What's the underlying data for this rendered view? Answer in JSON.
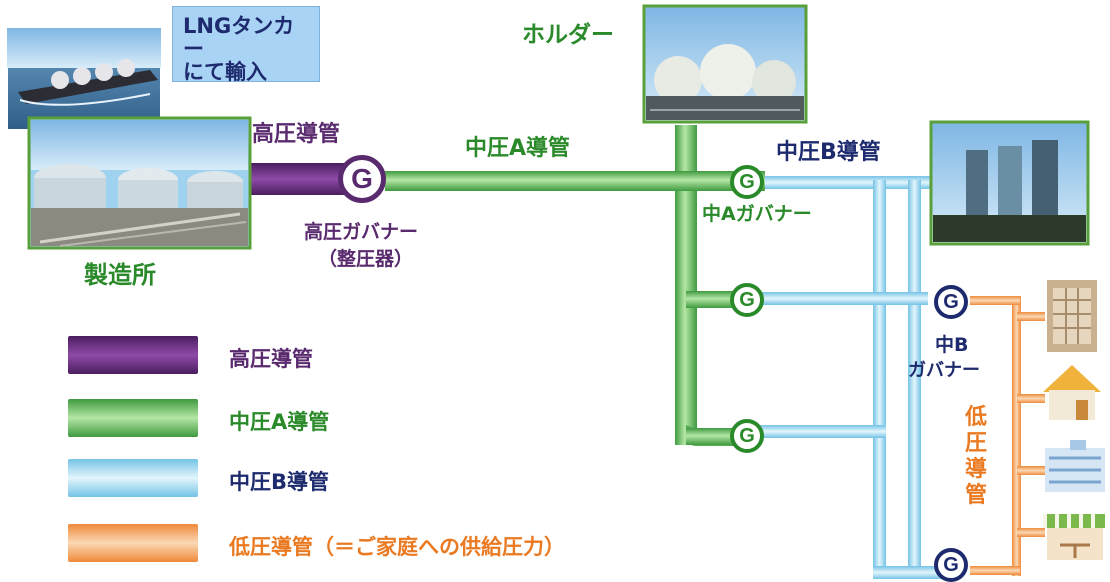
{
  "callout": {
    "text": "LNGタンカー\nにて輸入"
  },
  "labels": {
    "factory": "製造所",
    "holder": "ホルダー",
    "hp_pipe": "高圧導管",
    "hp_governor": "高圧ガバナー",
    "hp_governor_sub": "（整圧器）",
    "mpa_pipe": "中圧A導管",
    "mpa_governor": "中Aガバナー",
    "mpb_pipe": "中圧B導管",
    "mpb_governor_1": "中B",
    "mpb_governor_2": "ガバナー",
    "lp_pipe_vertical": "低圧導管",
    "governor_symbol": "G"
  },
  "legend": [
    {
      "label": "高圧導管",
      "color": "#6b2f7e"
    },
    {
      "label": "中圧A導管",
      "color": "#4fb84f"
    },
    {
      "label": "中圧B導管",
      "color": "#8fd3ec"
    },
    {
      "label": "低圧導管（＝ご家庭への供給圧力）",
      "color": "#f0a060"
    }
  ],
  "icons": [
    "lng-tanker-photo",
    "factory-photo",
    "holder-photo",
    "office-buildings-photo",
    "apartment-icon",
    "house-icon",
    "hospital-icon",
    "shop-icon"
  ]
}
